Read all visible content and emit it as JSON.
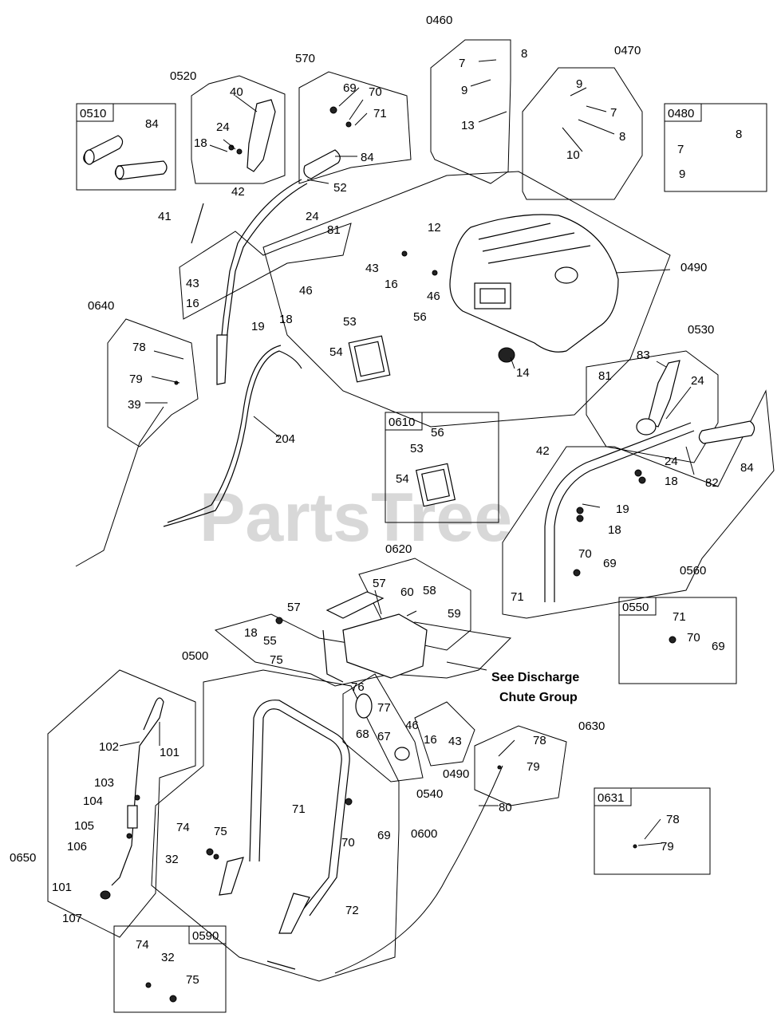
{
  "watermark": "PartsTree",
  "note": {
    "line1": "See Discharge",
    "line2": "Chute Group"
  },
  "groups": [
    "0460",
    "570",
    "0470",
    "0520",
    "0510",
    "0480",
    "0490",
    "0640",
    "0530",
    "0610",
    "0620",
    "0500",
    "0560",
    "0550",
    "0540",
    "0490b",
    "0600",
    "0630",
    "0650",
    "0631",
    "0590"
  ],
  "group_labels": {
    "g0460": "0460",
    "g570": "570",
    "g0470": "0470",
    "g0520": "0520",
    "g0510": "0510",
    "g0480": "0480",
    "g0490": "0490",
    "g0640": "0640",
    "g0530": "0530",
    "g0610": "0610",
    "g0620": "0620",
    "g0500": "0500",
    "g0560": "0560",
    "g0550": "0550",
    "g0540": "0540",
    "g0490b": "0490",
    "g0600": "0600",
    "g0630": "0630",
    "g0650": "0650",
    "g0631": "0631",
    "g0590": "0590"
  },
  "part_labels": {
    "p7a": "7",
    "p8a": "8",
    "p9a": "9",
    "p13": "13",
    "p9b": "9",
    "p7b": "7",
    "p8b": "8",
    "p10": "10",
    "p8c": "8",
    "p7c": "7",
    "p9c": "9",
    "p69a": "69",
    "p70a": "70",
    "p71a": "71",
    "p84a": "84",
    "p52": "52",
    "p40": "40",
    "p24a": "24",
    "p18a": "18",
    "p84b": "84",
    "p42a": "42",
    "p41": "41",
    "p24b": "24",
    "p81a": "81",
    "p43a": "43",
    "p16a": "16",
    "p46a": "46",
    "p19a": "19",
    "p18b": "18",
    "p12": "12",
    "p43b": "43",
    "p16b": "16",
    "p46b": "46",
    "p53a": "53",
    "p56a": "56",
    "p54a": "54",
    "p14": "14",
    "p78a": "78",
    "p79a": "79",
    "p39": "39",
    "p204": "204",
    "p56b": "56",
    "p53b": "53",
    "p54b": "54",
    "p83": "83",
    "p81b": "81",
    "p24c": "24",
    "p42b": "42",
    "p24d": "24",
    "p18c": "18",
    "p84c": "84",
    "p82": "82",
    "p19b": "19",
    "p18d": "18",
    "p70b": "70",
    "p69b": "69",
    "p71b": "71",
    "p57a": "57",
    "p60": "60",
    "p58": "58",
    "p59": "59",
    "p57b": "57",
    "p18e": "18",
    "p55": "55",
    "p75a": "75",
    "p76": "76",
    "p77": "77",
    "p46c": "46",
    "p16c": "16",
    "p43c": "43",
    "p68": "68",
    "p67": "67",
    "p71c": "71",
    "p70c": "70",
    "p69c": "69",
    "p102": "102",
    "p101a": "101",
    "p103": "103",
    "p104": "104",
    "p105": "105",
    "p106": "106",
    "p101b": "101",
    "p107": "107",
    "p74a": "74",
    "p75b": "75",
    "p32a": "32",
    "p71d": "71",
    "p70d": "70",
    "p69d": "69",
    "p72": "72",
    "p78b": "78",
    "p79b": "79",
    "p80": "80",
    "p78c": "78",
    "p79c": "79",
    "p74b": "74",
    "p32b": "32",
    "p75c": "75"
  }
}
